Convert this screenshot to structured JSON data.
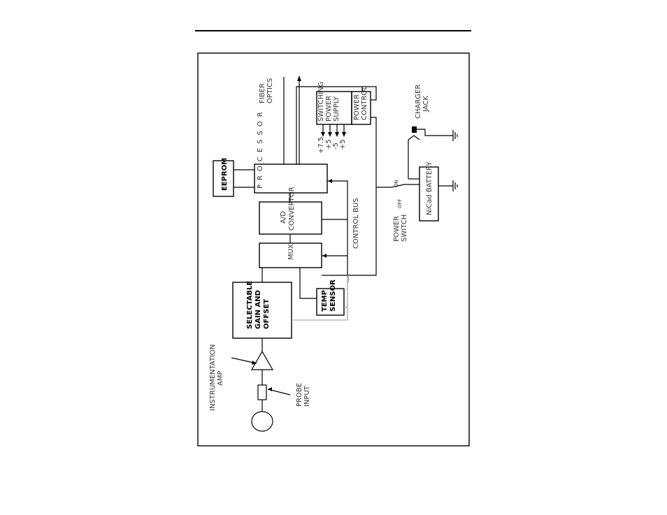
{
  "blocks": {
    "selectable_gain": [
      "SELECTABLE",
      "GAIN AND",
      "OFFSET"
    ],
    "mux": "MUX",
    "ad_convertor": [
      "A/D",
      "CONVERTOR"
    ],
    "processor": "PROCESSOR",
    "eeprom": "EEPROM",
    "temp": [
      "TEMP",
      "SENSOR"
    ],
    "switching_supply": [
      "SWITCHING",
      "POWER",
      "SUPPLY"
    ],
    "power_control": [
      "POWER",
      "CONTROL"
    ],
    "battery": "NiCad BATTERY"
  },
  "labels": {
    "instrumentation_amp": [
      "INSTRUMENTATION",
      "AMP"
    ],
    "probe_input": [
      "PROBE",
      "INPUT"
    ],
    "control_bus": "CONTROL BUS",
    "fiber_optics": [
      "FIBER",
      "OPTICS"
    ],
    "charger_jack": [
      "CHARGER",
      "JACK"
    ],
    "power_switch": [
      "POWER",
      "SWITCH"
    ],
    "off": "OFF",
    "on": "ON",
    "supply_rails": [
      "+7.5",
      "+5",
      "-5",
      "+5"
    ]
  }
}
